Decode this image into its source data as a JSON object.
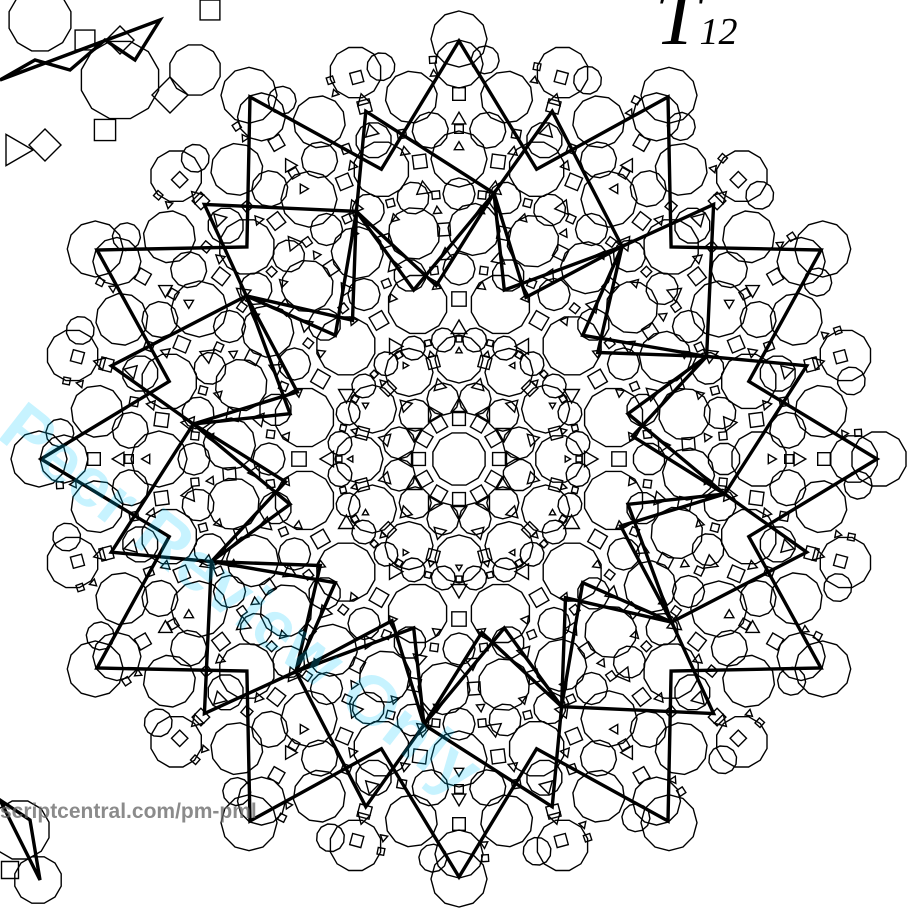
{
  "figure": {
    "title_main": "T",
    "title_sub": "12",
    "watermark": "Peer Review Only",
    "url_text": "scriptcentral.com/pm-pml",
    "fold": 12,
    "line_color": "#000000",
    "watermark_color": "#00c8ff"
  }
}
